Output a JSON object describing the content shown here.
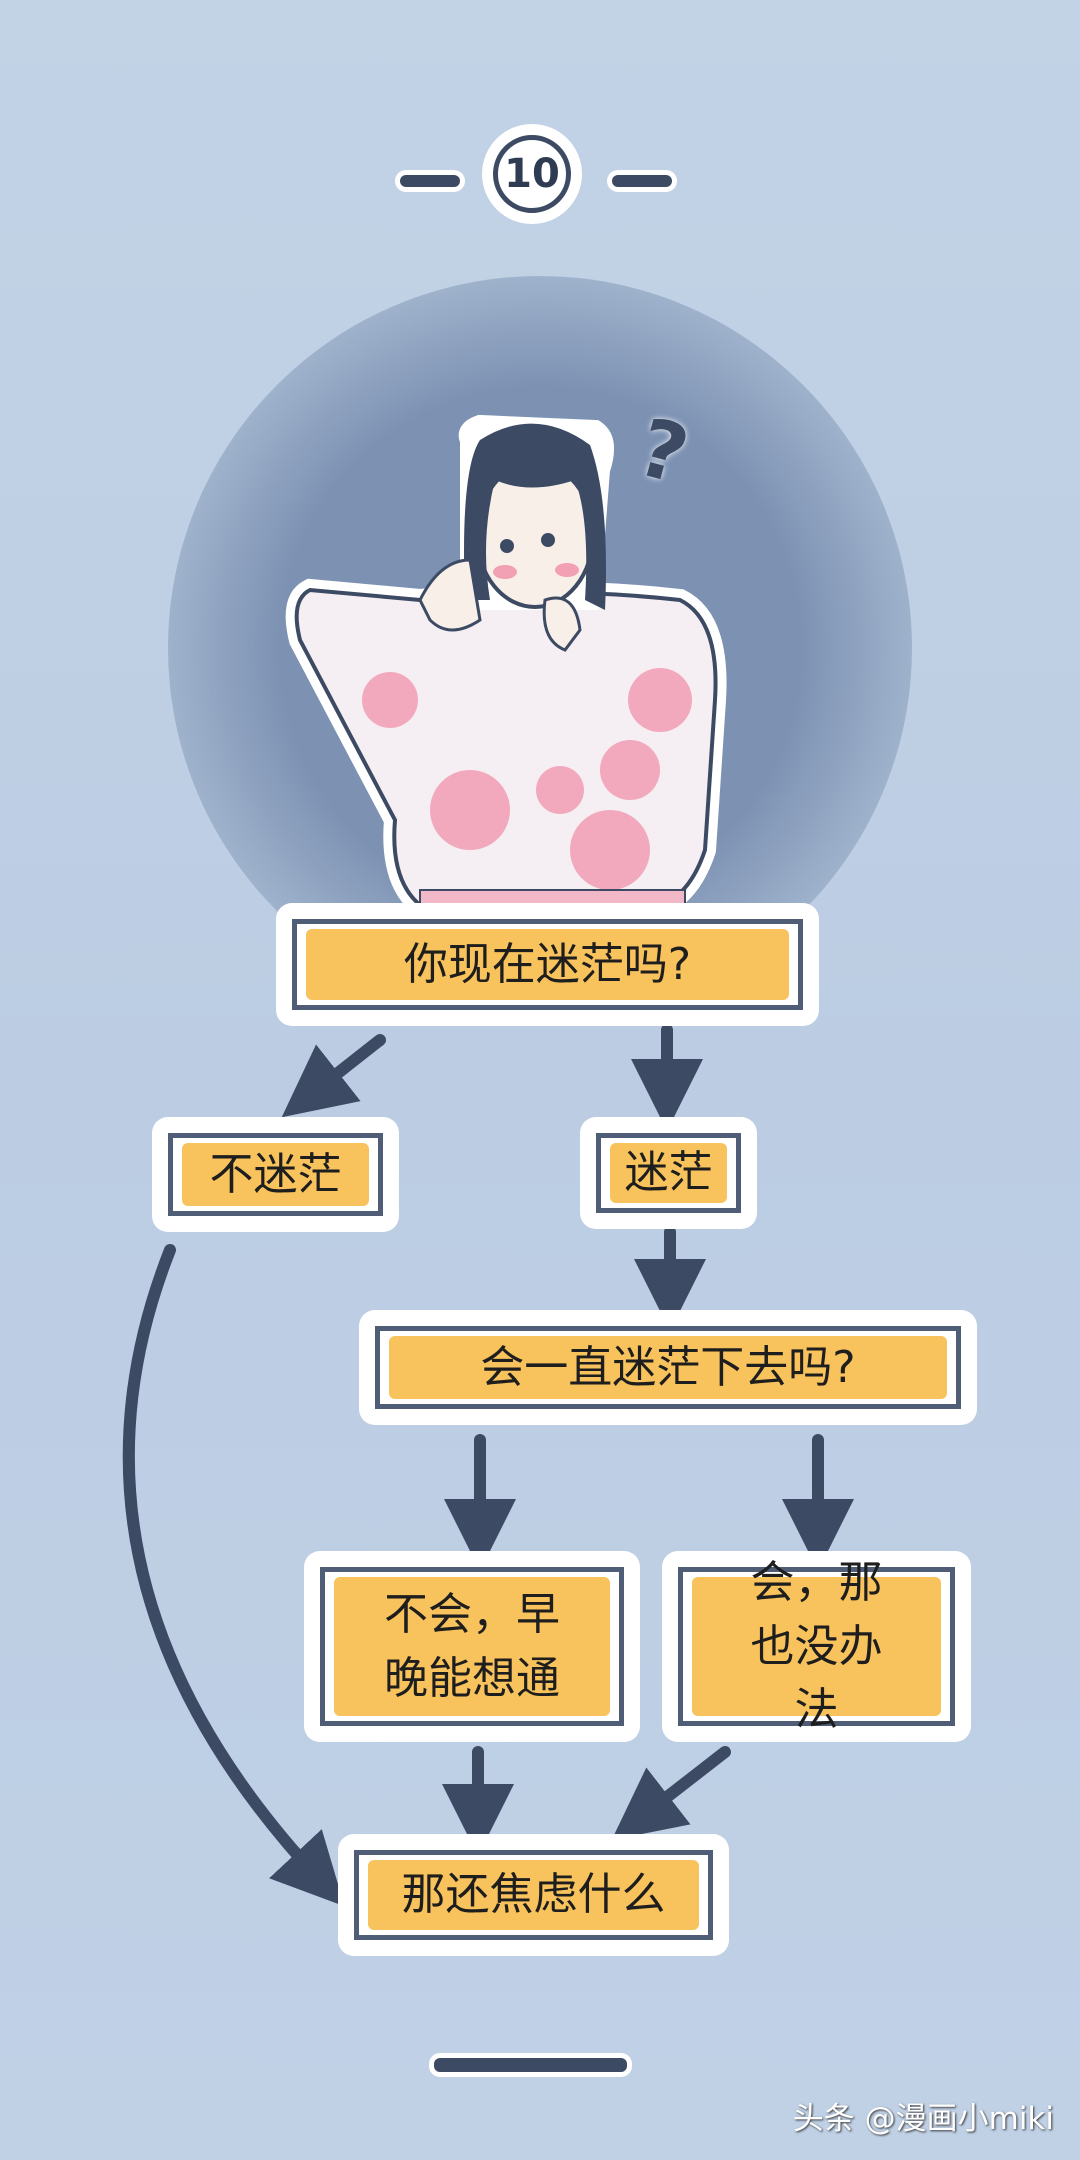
{
  "header": {
    "number": "10"
  },
  "flowchart": {
    "question1": "你现在迷茫吗?",
    "answer_no": "不迷茫",
    "answer_yes": "迷茫",
    "question2": "会一直迷茫下去吗?",
    "answer_no2": "不会，早晚能想通",
    "answer_yes2": "会，那也没办法",
    "conclusion": "那还焦虑什么"
  },
  "illustration": {
    "question_mark": "?"
  },
  "watermark": "头条 @漫画小miki",
  "colors": {
    "background": "#c3d3e6",
    "circle": "#7e93b3",
    "box_fill": "#f8c35c",
    "ink": "#4f5d77"
  }
}
